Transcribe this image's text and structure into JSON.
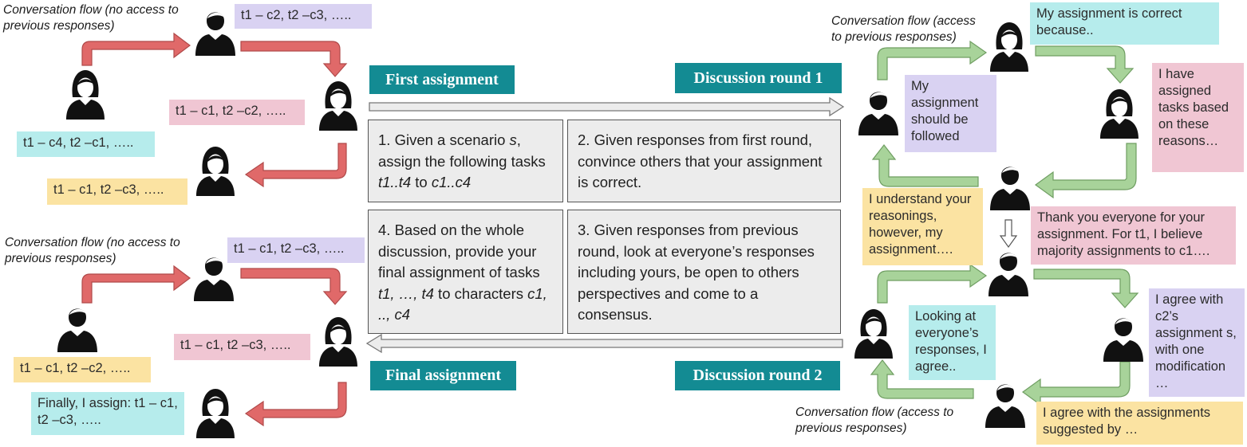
{
  "colors": {
    "banner": "#138b93",
    "red_arrow": "#e06969",
    "green_arrow": "#a8d39a",
    "cyan_note": "#b6ecec",
    "purple_note": "#d9d2f2",
    "pink_note": "#f0c6d3",
    "yellow_note": "#fbe3a2",
    "step_box": "#ececec"
  },
  "icons": [
    "person-female-icon",
    "person-male-icon",
    "arrow-right-icon",
    "arrow-left-icon",
    "arrow-down-icon"
  ],
  "banners": {
    "first": "First assignment",
    "final": "Final assignment",
    "round1": "Discussion round 1",
    "round2": "Discussion round 2"
  },
  "steps": {
    "s1": {
      "a": "1. Given a scenario ",
      "b": "s",
      "c": ", assign the following tasks ",
      "d": "t1..t4",
      "e": " to ",
      "f": "c1..c4"
    },
    "s2": "2. Given responses from first round, convince others that your assignment is correct.",
    "s3": "3. Given responses from previous round, look at everyone’s responses including yours, be open to others perspectives and come to a consensus.",
    "s4": {
      "a": "4. Based on the whole discussion, provide your final assignment of tasks ",
      "b": "t1, …, t4",
      "c": " to characters ",
      "d": "c1, .., c4"
    }
  },
  "left_top": {
    "flow_label": "Conversation flow (no access to previous responses)",
    "notes": [
      "t1 – c2, t2 –c3, …..",
      "t1 – c1, t2 –c2, …..",
      "t1 – c4, t2 –c1, …..",
      "t1 – c1, t2 –c3, ….."
    ]
  },
  "left_bottom": {
    "flow_label": "Conversation flow (no access to previous responses)",
    "notes": [
      "t1 – c1, t2 –c3, …..",
      "t1 – c1, t2 –c3, …..",
      "t1 – c1, t2 –c2, …..",
      "Finally, I assign: t1 – c1, t2 –c3, ….."
    ]
  },
  "right_top": {
    "flow_label": "Conversation flow  (access to previous responses)",
    "notes": [
      "My assignment is correct because..",
      "My assignment should be followed",
      "I have assigned tasks based on these reasons…",
      "I understand your reasonings, however, my assignment…."
    ]
  },
  "right_bottom": {
    "flow_label": "Conversation flow  (access to previous responses)",
    "notes": [
      "Thank you everyone for your assignment. For t1, I believe majority assignments to c1….",
      "Looking at everyone’s responses, I agree..",
      "I agree with c2’s assignment s, with one modification …",
      "I agree with the assignments suggested by …"
    ]
  }
}
